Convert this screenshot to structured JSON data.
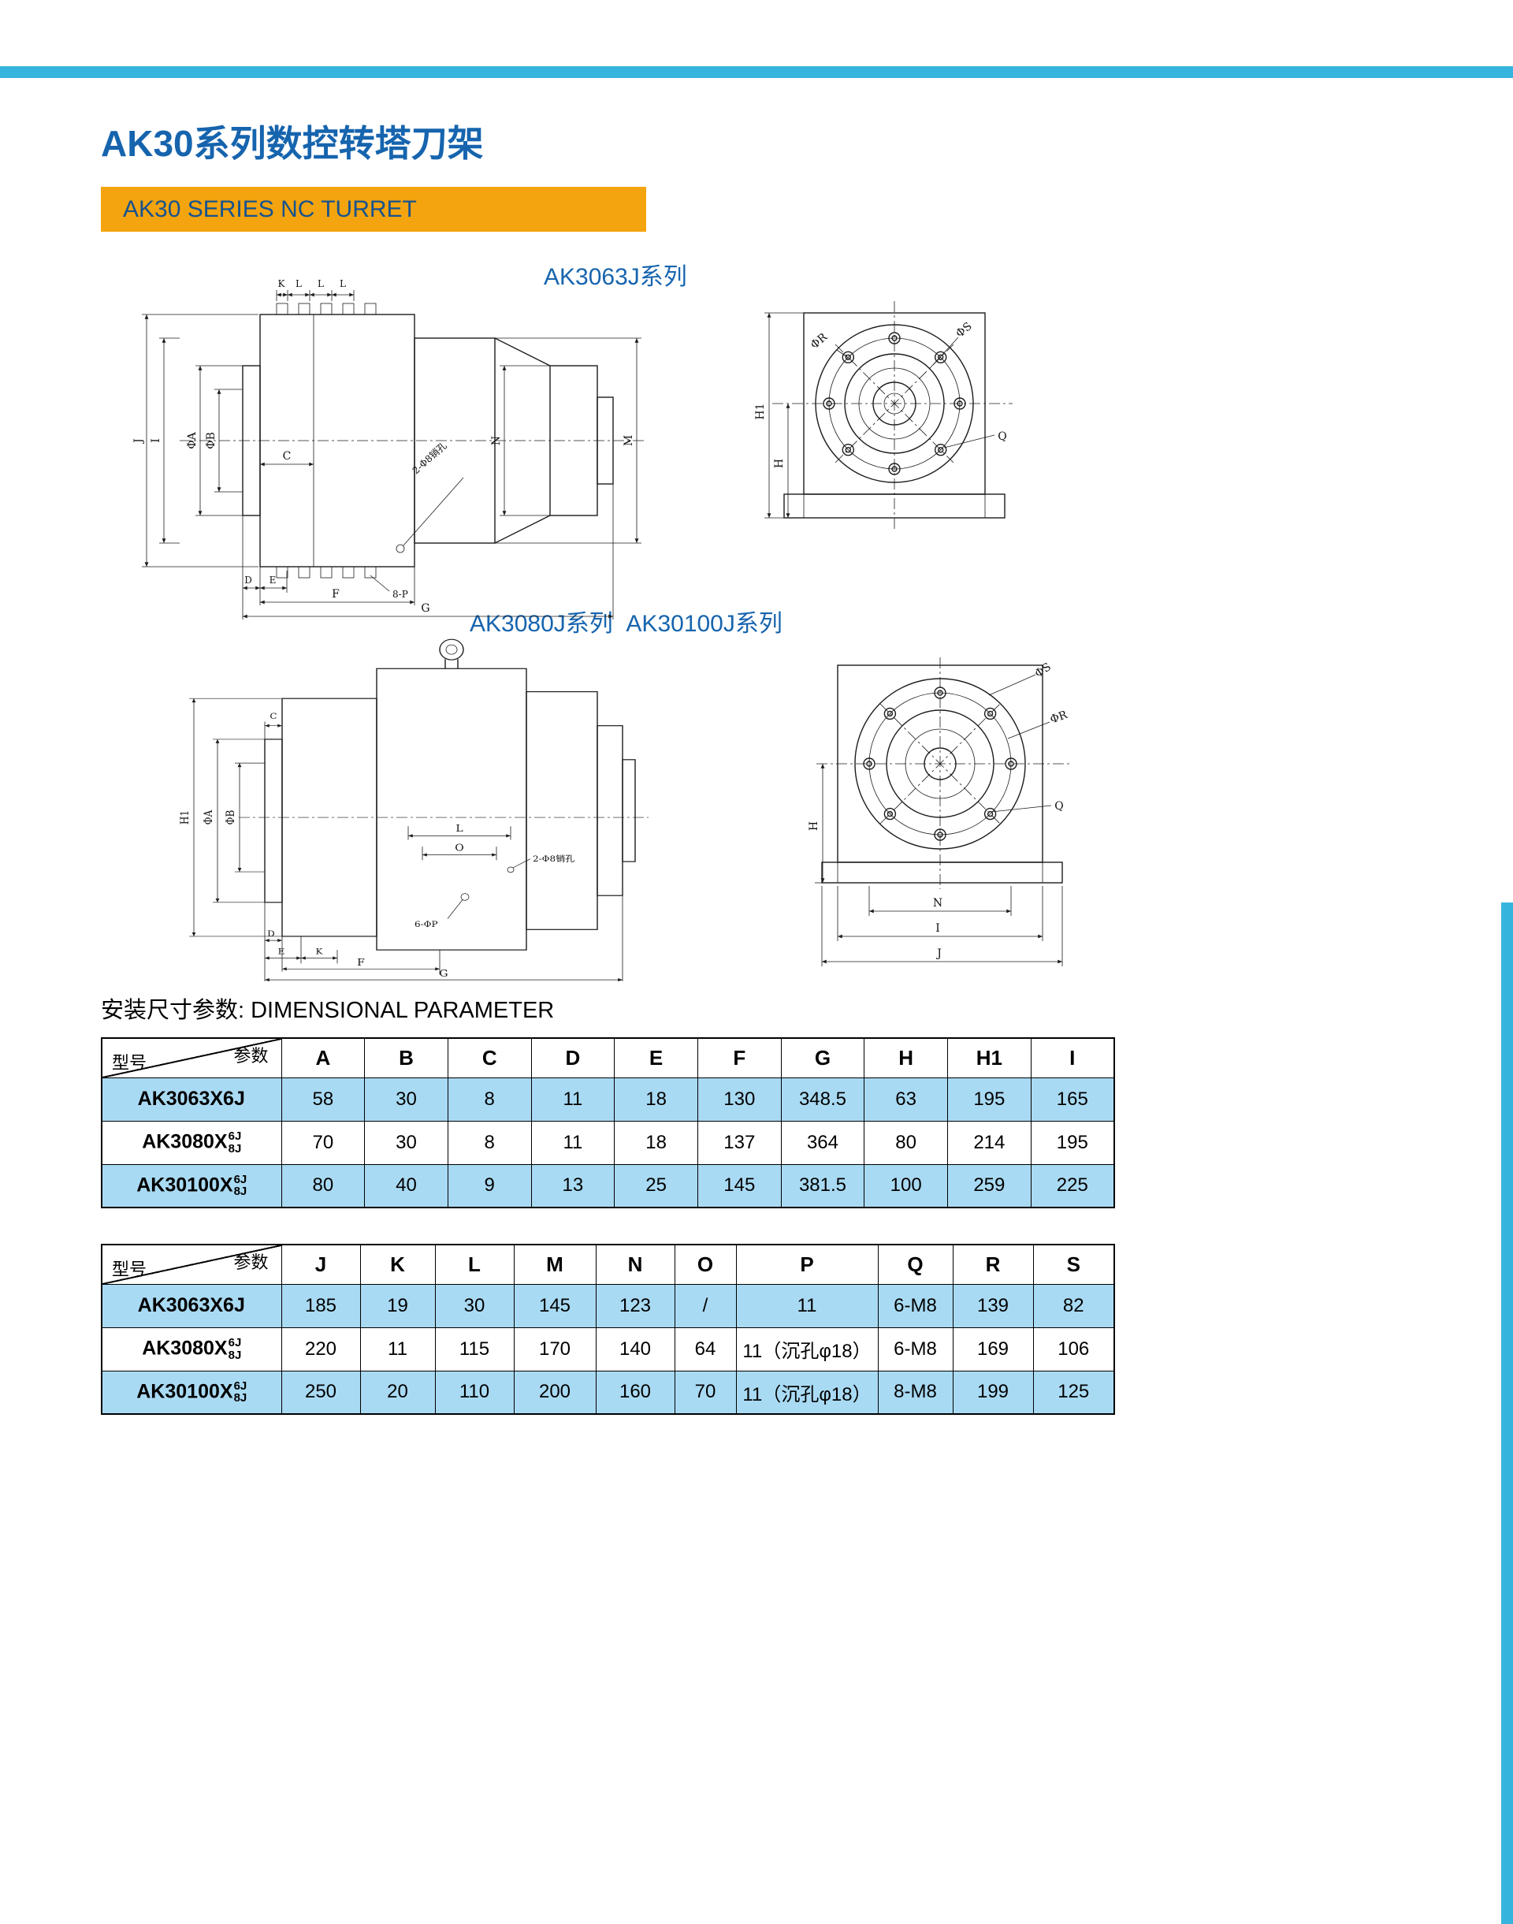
{
  "page": {
    "title": "AK30系列数控转塔刀架",
    "banner": "AK30 SERIES NC TURRET",
    "section_heading": "安装尺寸参数: DIMENSIONAL PARAMETER",
    "colors": {
      "accent_cyan": "#35B5DE",
      "accent_orange": "#F3A40E",
      "accent_blue": "#1664AE",
      "row_blue": "#A9DAF3"
    }
  },
  "drawings": {
    "caption1": "AK3063J系列",
    "caption2": "AK3080J系列  AK30100J系列",
    "d1": {
      "top_dims": [
        "K",
        "L",
        "L",
        "L"
      ],
      "j": "J",
      "i": "I",
      "phiA": "ΦA",
      "phiB": "ΦB",
      "c": "C",
      "n": "N",
      "m": "M",
      "pin_note": "2-Φ8销孔",
      "p_note": "8-P",
      "d": "D",
      "e": "E",
      "f": "F",
      "g": "G"
    },
    "d2": {
      "phiR": "ΦR",
      "phiS": "ΦS",
      "q": "Q",
      "h1": "H1",
      "h": "H"
    },
    "d3": {
      "h1": "H1",
      "phiA": "ΦA",
      "phiB": "ΦB",
      "c": "C",
      "l": "L",
      "o": "O",
      "pin_note": "2-Φ8销孔",
      "p_note": "6-ΦP",
      "d": "D",
      "e": "E",
      "k": "K",
      "f": "F",
      "g": "G"
    },
    "d4": {
      "phiS": "ΦS",
      "phiR": "ΦR",
      "q": "Q",
      "h": "H",
      "n": "N",
      "i": "I",
      "j": "J"
    }
  },
  "tables": {
    "corner_top": "参数",
    "corner_bottom": "型号",
    "t1": {
      "columns": [
        "A",
        "B",
        "C",
        "D",
        "E",
        "F",
        "G",
        "H",
        "H1",
        "I"
      ],
      "rows": [
        {
          "model": "AK3063X6J",
          "sup": "",
          "sub": "",
          "v": [
            "58",
            "30",
            "8",
            "11",
            "18",
            "130",
            "348.5",
            "63",
            "195",
            "165"
          ]
        },
        {
          "model": "AK3080X",
          "sup": "6J",
          "sub": "8J",
          "v": [
            "70",
            "30",
            "8",
            "11",
            "18",
            "137",
            "364",
            "80",
            "214",
            "195"
          ]
        },
        {
          "model": "AK30100X",
          "sup": "6J",
          "sub": "8J",
          "v": [
            "80",
            "40",
            "9",
            "13",
            "25",
            "145",
            "381.5",
            "100",
            "259",
            "225"
          ]
        }
      ]
    },
    "t2": {
      "columns": [
        "J",
        "K",
        "L",
        "M",
        "N",
        "O",
        "P",
        "Q",
        "R",
        "S"
      ],
      "rows": [
        {
          "model": "AK3063X6J",
          "sup": "",
          "sub": "",
          "v": [
            "185",
            "19",
            "30",
            "145",
            "123",
            "/",
            "11",
            "6-M8",
            "139",
            "82"
          ]
        },
        {
          "model": "AK3080X",
          "sup": "6J",
          "sub": "8J",
          "v": [
            "220",
            "11",
            "115",
            "170",
            "140",
            "64",
            "11（沉孔φ18）",
            "6-M8",
            "169",
            "106"
          ]
        },
        {
          "model": "AK30100X",
          "sup": "6J",
          "sub": "8J",
          "v": [
            "250",
            "20",
            "110",
            "200",
            "160",
            "70",
            "11（沉孔φ18）",
            "8-M8",
            "199",
            "125"
          ]
        }
      ]
    }
  }
}
